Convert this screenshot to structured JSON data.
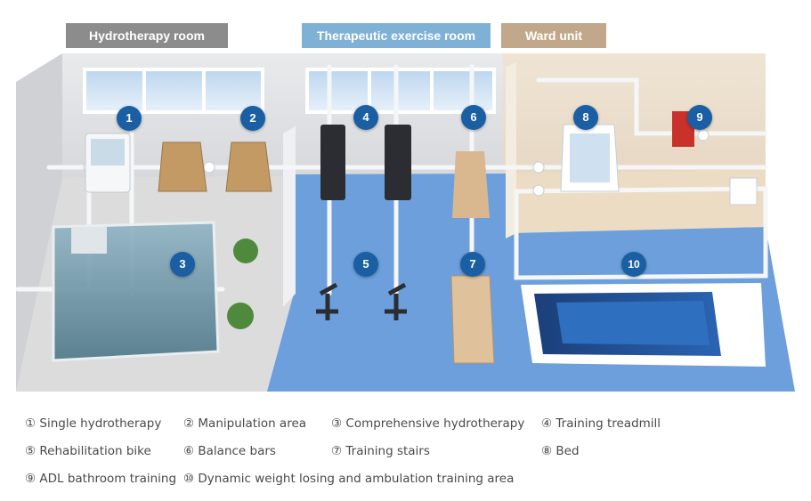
{
  "colors": {
    "tag_gray": "#8c8c8c",
    "tag_blue": "#7fb0d6",
    "tag_tan": "#c2a88a",
    "marker": "#1a5fa3",
    "floor_blue": "#6c9fdb"
  },
  "zones": [
    {
      "label": "Hydrotherapy room"
    },
    {
      "label": "Therapeutic exercise room"
    },
    {
      "label": "Ward unit"
    }
  ],
  "markers": [
    "1",
    "2",
    "3",
    "4",
    "5",
    "6",
    "7",
    "8",
    "9",
    "10"
  ],
  "legend": [
    {
      "text": "① Single hydrotherapy"
    },
    {
      "text": "② Manipulation area"
    },
    {
      "text": "③ Comprehensive hydrotherapy"
    },
    {
      "text": "④ Training treadmill"
    },
    {
      "text": "⑤ Rehabilitation bike"
    },
    {
      "text": "⑥ Balance bars"
    },
    {
      "text": "⑦ Training stairs"
    },
    {
      "text": "⑧ Bed"
    },
    {
      "text": "⑨ ADL bathroom training"
    },
    {
      "text": "⑩ Dynamic weight losing and ambulation training area"
    }
  ]
}
